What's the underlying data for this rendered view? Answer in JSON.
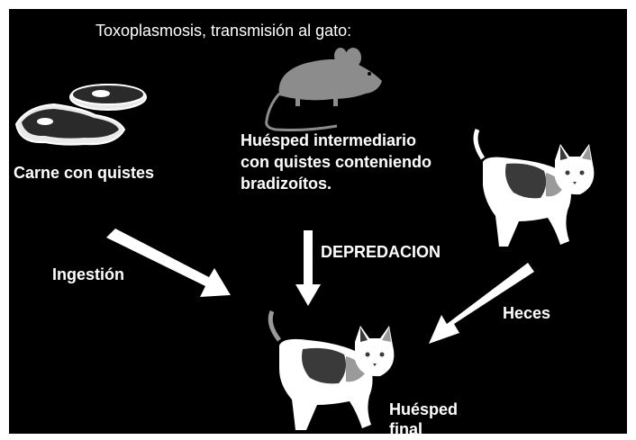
{
  "title": "Toxoplasmosis, transmisión al gato:",
  "meat": {
    "label": "Carne con quistes",
    "icon": "meat-icon"
  },
  "intermediate_host": {
    "lines": [
      "Huésped intermediario",
      "con quistes conteniendo",
      "bradizoítos."
    ],
    "icon": "mouse-icon"
  },
  "arrows": {
    "ingestion": "Ingestión",
    "predation": "DEPREDACION",
    "feces": "Heces"
  },
  "final_host": {
    "lines": [
      "Huésped",
      "final"
    ],
    "icon": "cat-icon"
  },
  "colors": {
    "background": "#000000",
    "text": "#ffffff",
    "mouse": "#8c8c8c",
    "cat_white": "#ffffff",
    "cat_dark": "#3a3a3a",
    "cat_mid": "#9a9a9a"
  }
}
